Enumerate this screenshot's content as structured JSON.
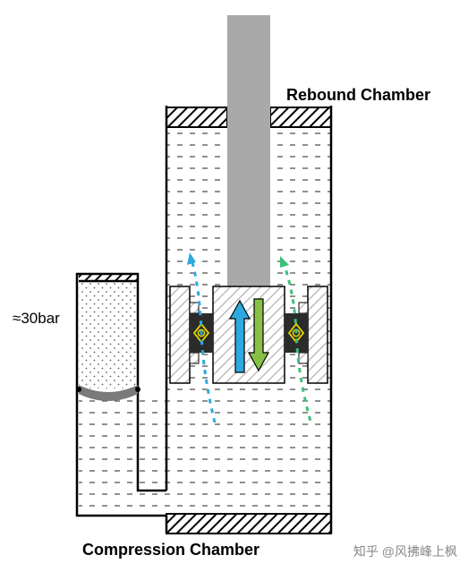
{
  "labels": {
    "rebound_chamber": "Rebound Chamber",
    "compression_chamber": "Compression Chamber",
    "gas_pressure": "≈30bar",
    "watermark": "知乎 @风拂峰上枫"
  },
  "colors": {
    "outline": "#000000",
    "rod": "#a9a9a9",
    "piston_hatch": "#bdbdbd",
    "valve": "#2b2b2b",
    "valve_symbol": "#e8d800",
    "rebound_arrow": "#2ea8e0",
    "compression_arrow": "#86c146",
    "seal": "#7a7a7a",
    "oil_dash": "#555555",
    "flow_dots_rebound": "#2ea8e0",
    "flow_dots_compression": "#3bbf7a"
  },
  "icons": {
    "up_arrow": "rebound-arrow-icon",
    "down_arrow": "compression-arrow-icon",
    "check_valve": "check-valve-icon"
  }
}
